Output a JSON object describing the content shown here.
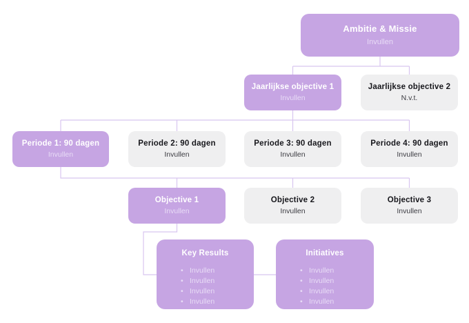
{
  "palette": {
    "purple": "#c6a5e3",
    "gray": "#efeff0",
    "line": "#d8c5ef",
    "white_text": "#ffffff",
    "light_subtitle": "#e8dcf6",
    "dark_title": "#17171c",
    "dark_subtitle": "#3b3b41"
  },
  "nodes": {
    "ambition": {
      "title": "Ambitie & Missie",
      "subtitle": "Invullen"
    },
    "annual_objective_1": {
      "title": "Jaarlijkse objective 1",
      "subtitle": "Invullen"
    },
    "annual_objective_2": {
      "title": "Jaarlijkse objective 2",
      "subtitle": "N.v.t."
    },
    "period_1": {
      "title": "Periode 1: 90 dagen",
      "subtitle": "Invullen"
    },
    "period_2": {
      "title": "Periode 2: 90 dagen",
      "subtitle": "Invullen"
    },
    "period_3": {
      "title": "Periode 3: 90 dagen",
      "subtitle": "Invullen"
    },
    "period_4": {
      "title": "Periode 4: 90 dagen",
      "subtitle": "Invullen"
    },
    "objective_1": {
      "title": "Objective 1",
      "subtitle": "Invullen"
    },
    "objective_2": {
      "title": "Objective 2",
      "subtitle": "Invullen"
    },
    "objective_3": {
      "title": "Objective 3",
      "subtitle": "Invullen"
    },
    "key_results": {
      "title": "Key Results",
      "items": [
        "Invullen",
        "Invullen",
        "Invullen",
        "Invullen"
      ]
    },
    "initiatives": {
      "title": "Initiatives",
      "items": [
        "Invullen",
        "Invullen",
        "Invullen",
        "Invullen"
      ]
    }
  }
}
